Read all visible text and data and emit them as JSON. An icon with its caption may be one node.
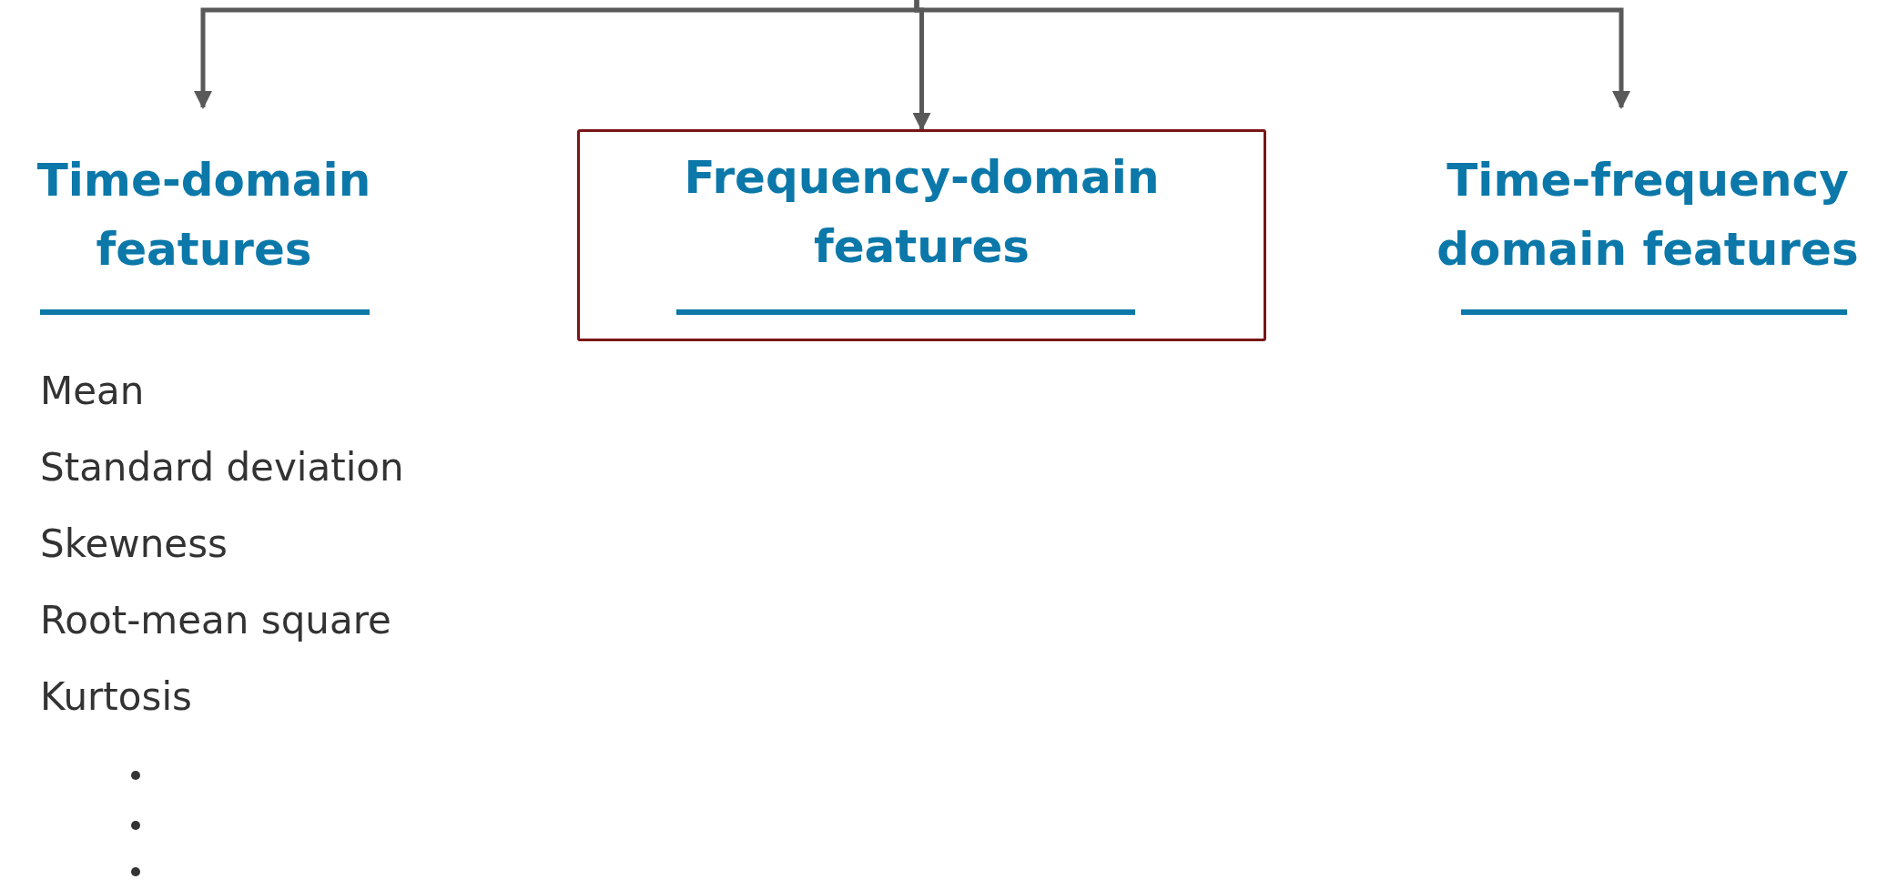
{
  "diagram": {
    "nodes": [
      {
        "text": [
          "Time-domain features"
        ]
      },
      {
        "text": [
          "Frequency-domain features"
        ]
      },
      {
        "text": [
          "Time-frequency domain features"
        ]
      }
    ],
    "edges": [
      {
        "from": null,
        "to": 0,
        "arrow": "to"
      },
      {
        "from": null,
        "to": 1,
        "arrow": "to"
      },
      {
        "from": null,
        "to": 2,
        "arrow": "to"
      }
    ],
    "labels": [
      "Mean",
      "Standard deviation",
      "Skewness",
      "Root-mean square",
      "Kurtosis"
    ]
  }
}
